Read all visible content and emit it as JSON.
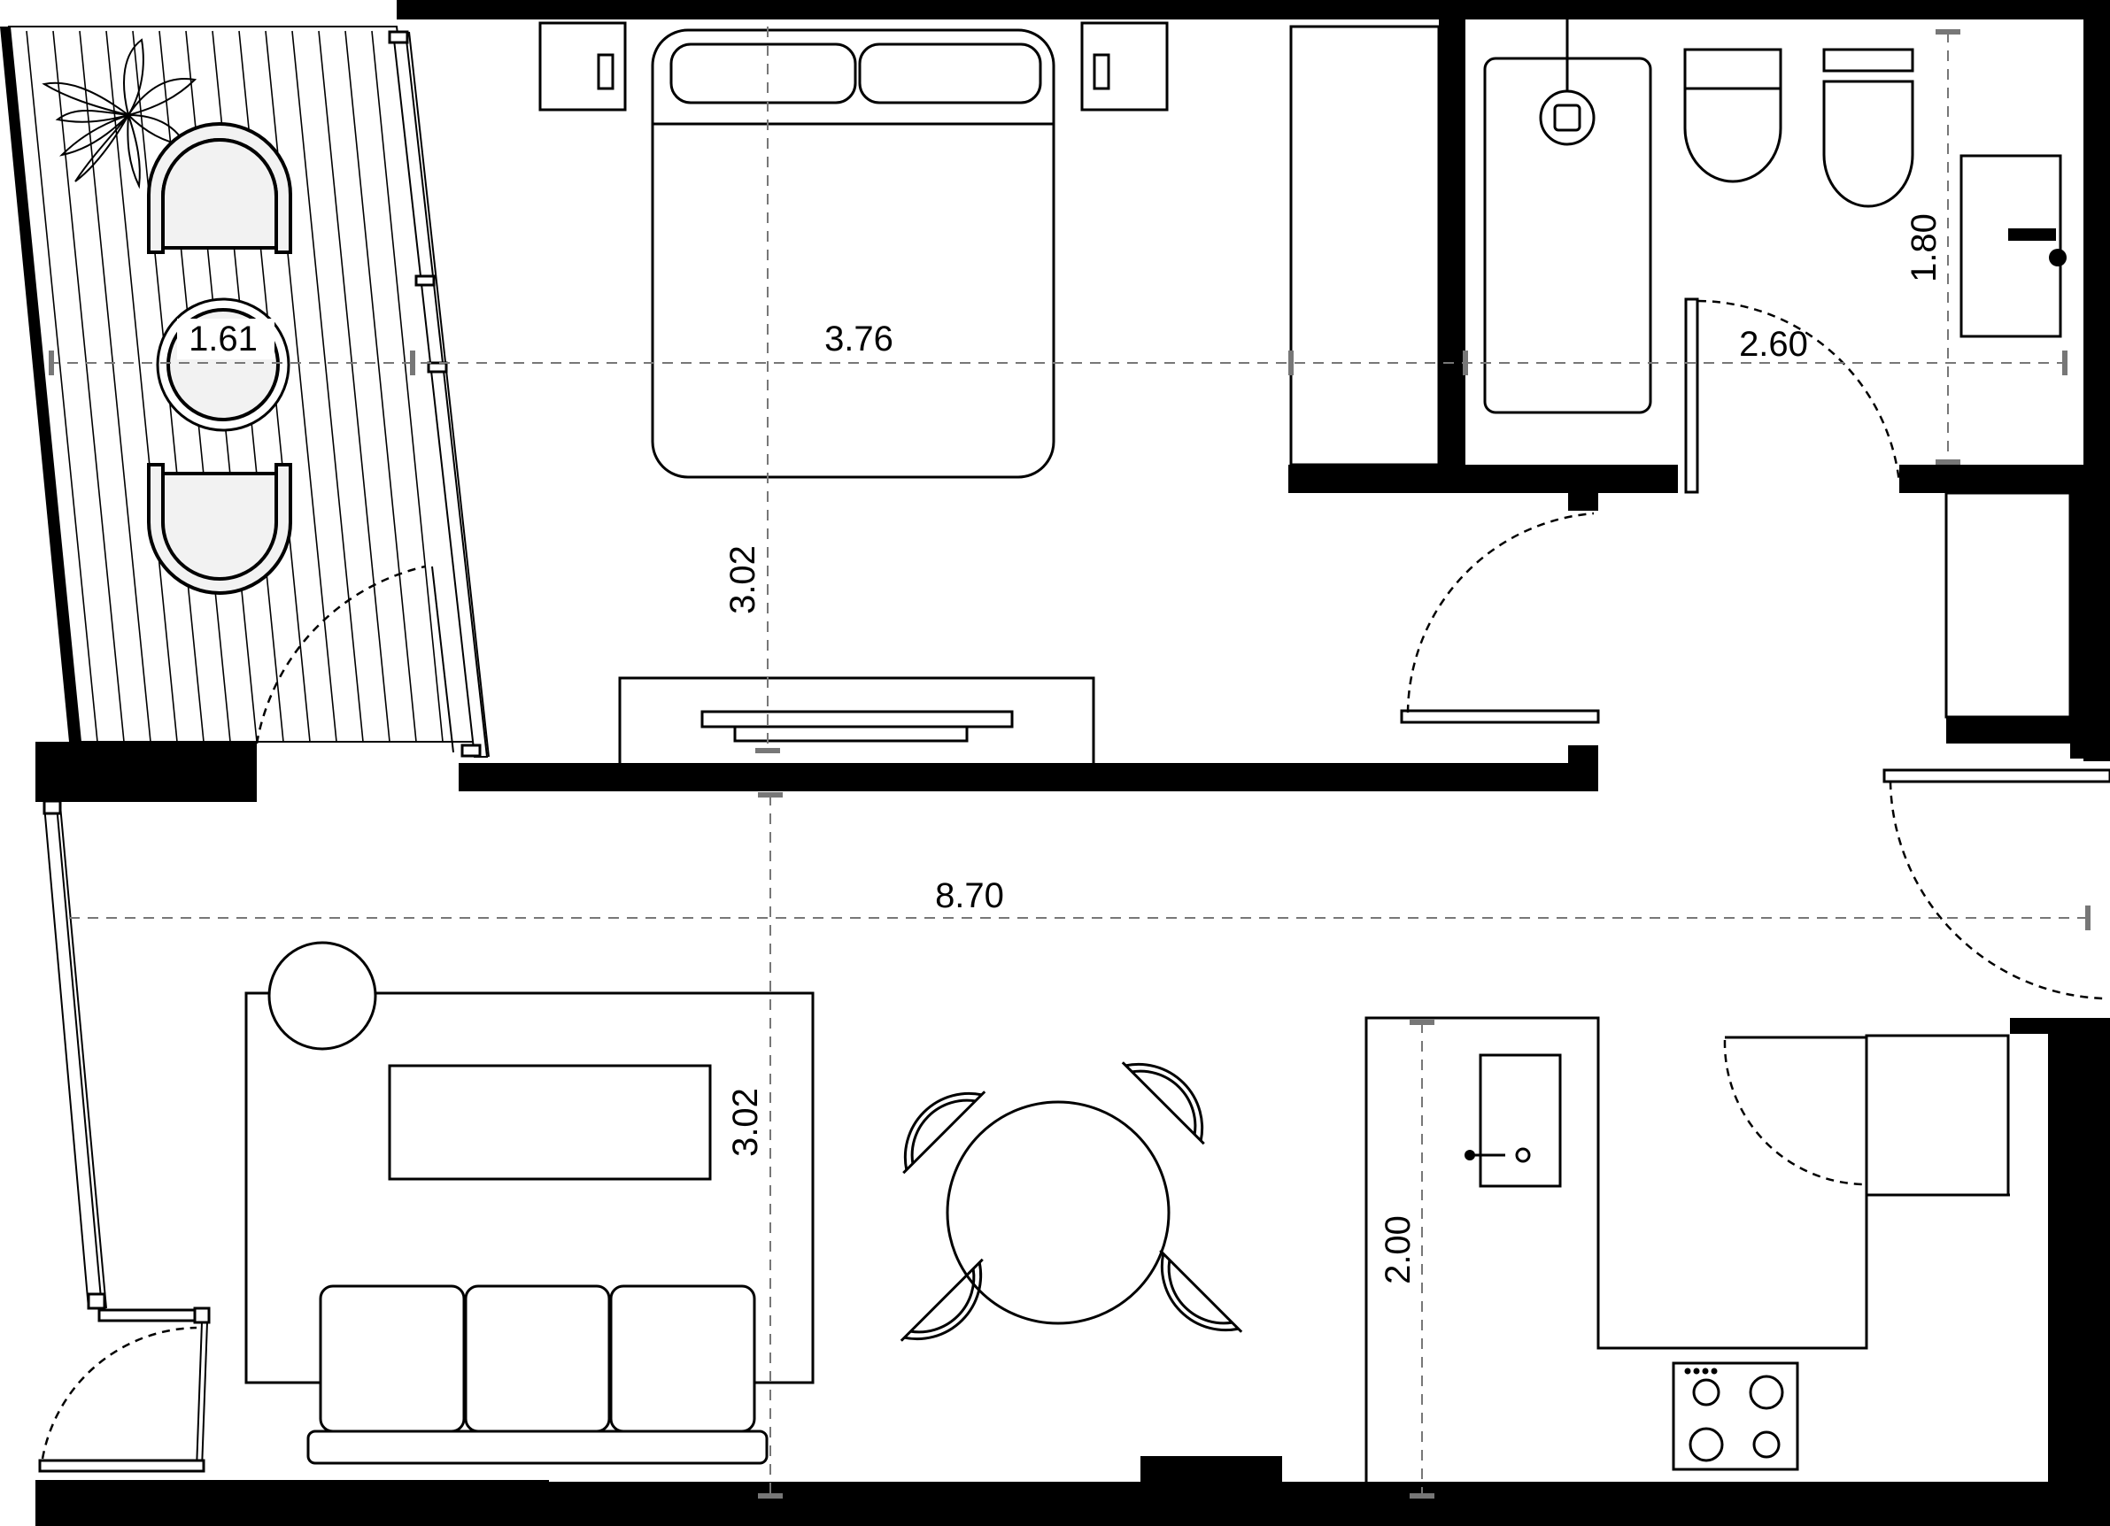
{
  "plan": {
    "dimensions": {
      "balcony_width": "1.61",
      "bedroom_width": "3.76",
      "bedroom_depth": "3.02",
      "bathroom_width": "2.60",
      "bathroom_depth": "1.80",
      "apartment_width": "8.70",
      "living_depth": "3.02",
      "kitchen_depth": "2.00"
    },
    "colors": {
      "wall": "#000000",
      "line": "#000000",
      "dimension": "#777777",
      "background": "#ffffff",
      "chair_fill": "#f2f2f2"
    },
    "icons": [
      "plant-icon",
      "bed-icon",
      "bathtub-icon",
      "toilet-icon",
      "sink-icon",
      "sofa-icon",
      "dining-table-icon",
      "cooktop-icon"
    ]
  }
}
